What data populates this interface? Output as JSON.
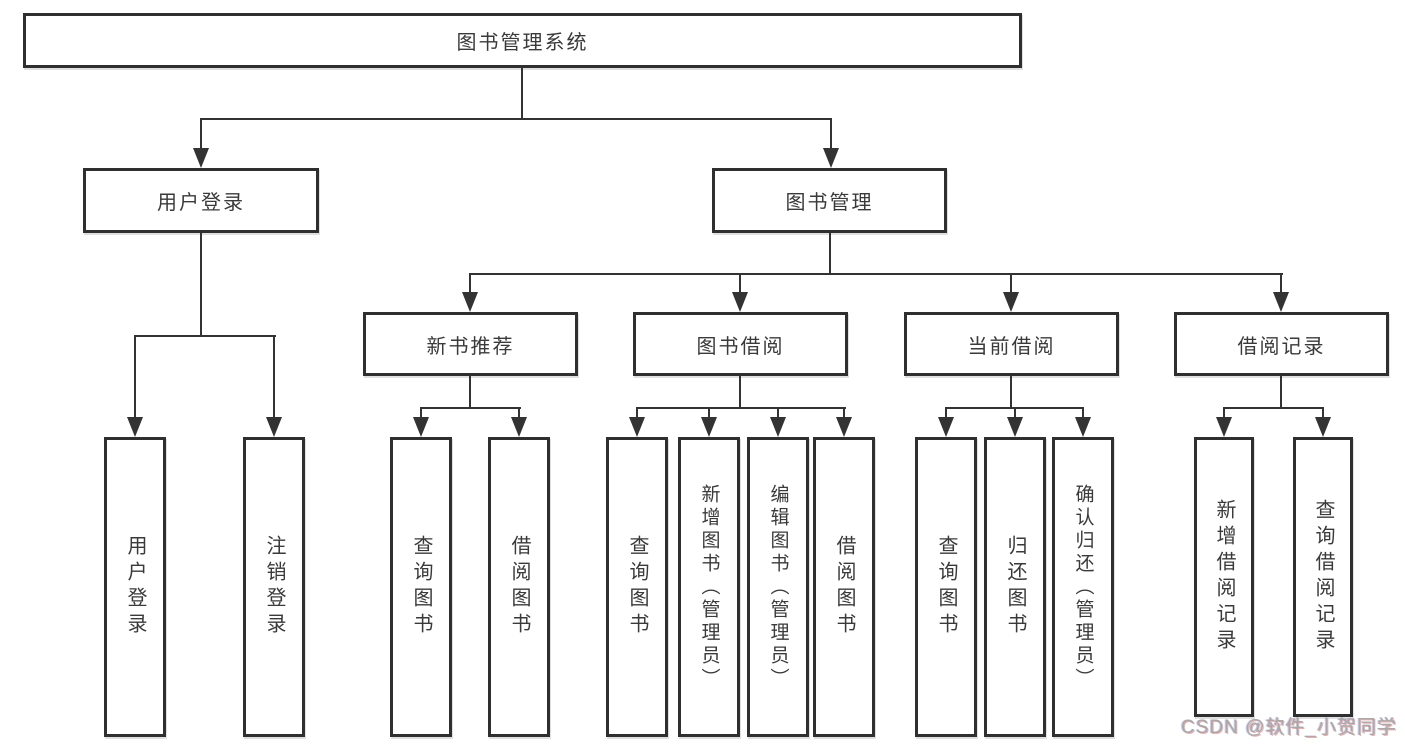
{
  "diagram": {
    "root": {
      "label": "图书管理系统"
    },
    "level2": [
      {
        "label": "用户登录"
      },
      {
        "label": "图书管理"
      }
    ],
    "level3": [
      {
        "label": "新书推荐",
        "parent": "图书管理"
      },
      {
        "label": "图书借阅",
        "parent": "图书管理"
      },
      {
        "label": "当前借阅",
        "parent": "图书管理"
      },
      {
        "label": "借阅记录",
        "parent": "图书管理"
      }
    ],
    "leaves": [
      {
        "label": "用户登录",
        "parent": "用户登录"
      },
      {
        "label": "注销登录",
        "parent": "用户登录"
      },
      {
        "label": "查询图书",
        "parent": "新书推荐"
      },
      {
        "label": "借阅图书",
        "parent": "新书推荐"
      },
      {
        "label": "查询图书",
        "parent": "图书借阅"
      },
      {
        "label": "新增图书（管理员）",
        "parent": "图书借阅"
      },
      {
        "label": "编辑图书（管理员）",
        "parent": "图书借阅"
      },
      {
        "label": "借阅图书",
        "parent": "图书借阅"
      },
      {
        "label": "查询图书",
        "parent": "当前借阅"
      },
      {
        "label": "归还图书",
        "parent": "当前借阅"
      },
      {
        "label": "确认归还（管理员）",
        "parent": "当前借阅"
      },
      {
        "label": "新增借阅记录",
        "parent": "借阅记录"
      },
      {
        "label": "查询借阅记录",
        "parent": "借阅记录"
      }
    ]
  },
  "watermark": {
    "text": "CSDN @软件_小贺同学"
  },
  "colors": {
    "line": "#333333",
    "box_border": "#2f2f2f",
    "text": "#3a3a3a",
    "watermark": "#a9a9a9",
    "background": "#ffffff"
  }
}
